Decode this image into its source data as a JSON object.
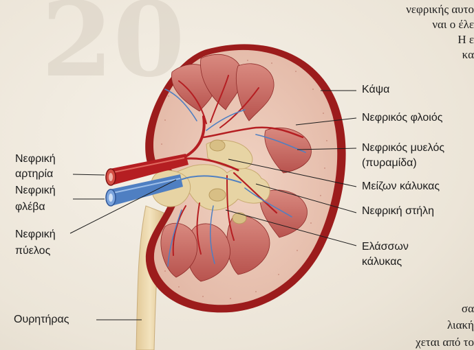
{
  "background_text": {
    "line1": "νεφρικής αυτο",
    "line2": "ναι ο έλε",
    "line3": "Η ε",
    "line4": "κα",
    "line5": "σα",
    "line6": "λιακή",
    "line7": "χεται από το"
  },
  "labels": {
    "capsule": "Κάψα",
    "cortex": "Νεφρικός φλοιός",
    "medulla_line1": "Νεφρικός μυελός",
    "medulla_line2": "(πυραμίδα)",
    "major_calyx": "Μείζων κάλυκας",
    "renal_column": "Νεφρική στήλη",
    "minor_calyx_line1": "Ελάσσων",
    "minor_calyx_line2": "κάλυκας",
    "renal_artery_line1": "Νεφρική",
    "renal_artery_line2": "αρτηρία",
    "renal_vein_line1": "Νεφρική",
    "renal_vein_line2": "φλέβα",
    "renal_pelvis_line1": "Νεφρική",
    "renal_pelvis_line2": "πύελος",
    "ureter": "Ουρητήρας"
  },
  "colors": {
    "capsule": "#9c1c1c",
    "cortex": "#e9c4b4",
    "pyramid": "#c96a64",
    "artery": "#b51e22",
    "vein": "#4f7fc2",
    "pelvis": "#e7d4a4",
    "ureter": "#ecd9aa"
  }
}
